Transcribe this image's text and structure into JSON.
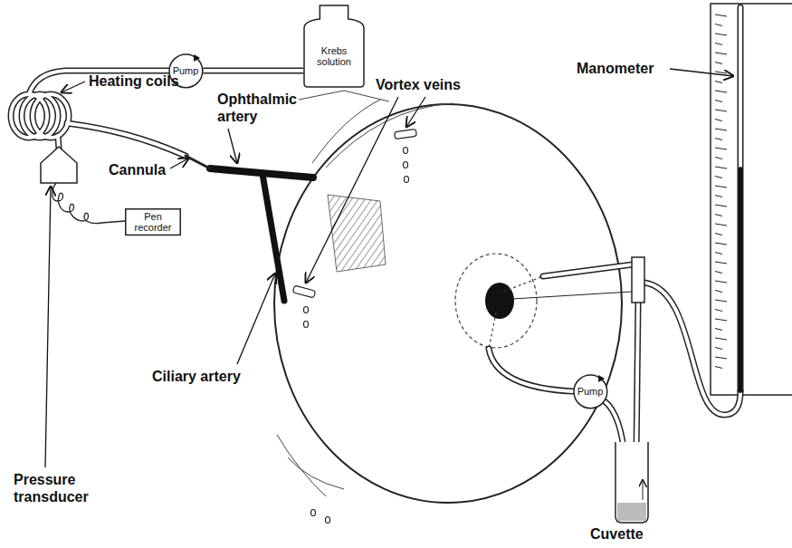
{
  "diagram": {
    "nodes": [
      {
        "text": [
          "Pump"
        ]
      },
      {
        "text": [
          "Krebs solution"
        ]
      },
      {
        "text": [
          "Pen recorder"
        ]
      },
      {
        "text": [
          "Pump"
        ]
      }
    ],
    "edges": [
      {
        "from": 1,
        "to": 0,
        "arrow": "none"
      }
    ],
    "labels": [
      "Heating coils",
      "Ophthalmic artery",
      "Cannula",
      "Vortex veins",
      "Ciliary artery",
      "Pressure transducer",
      "Manometer",
      "Cuvette"
    ]
  }
}
